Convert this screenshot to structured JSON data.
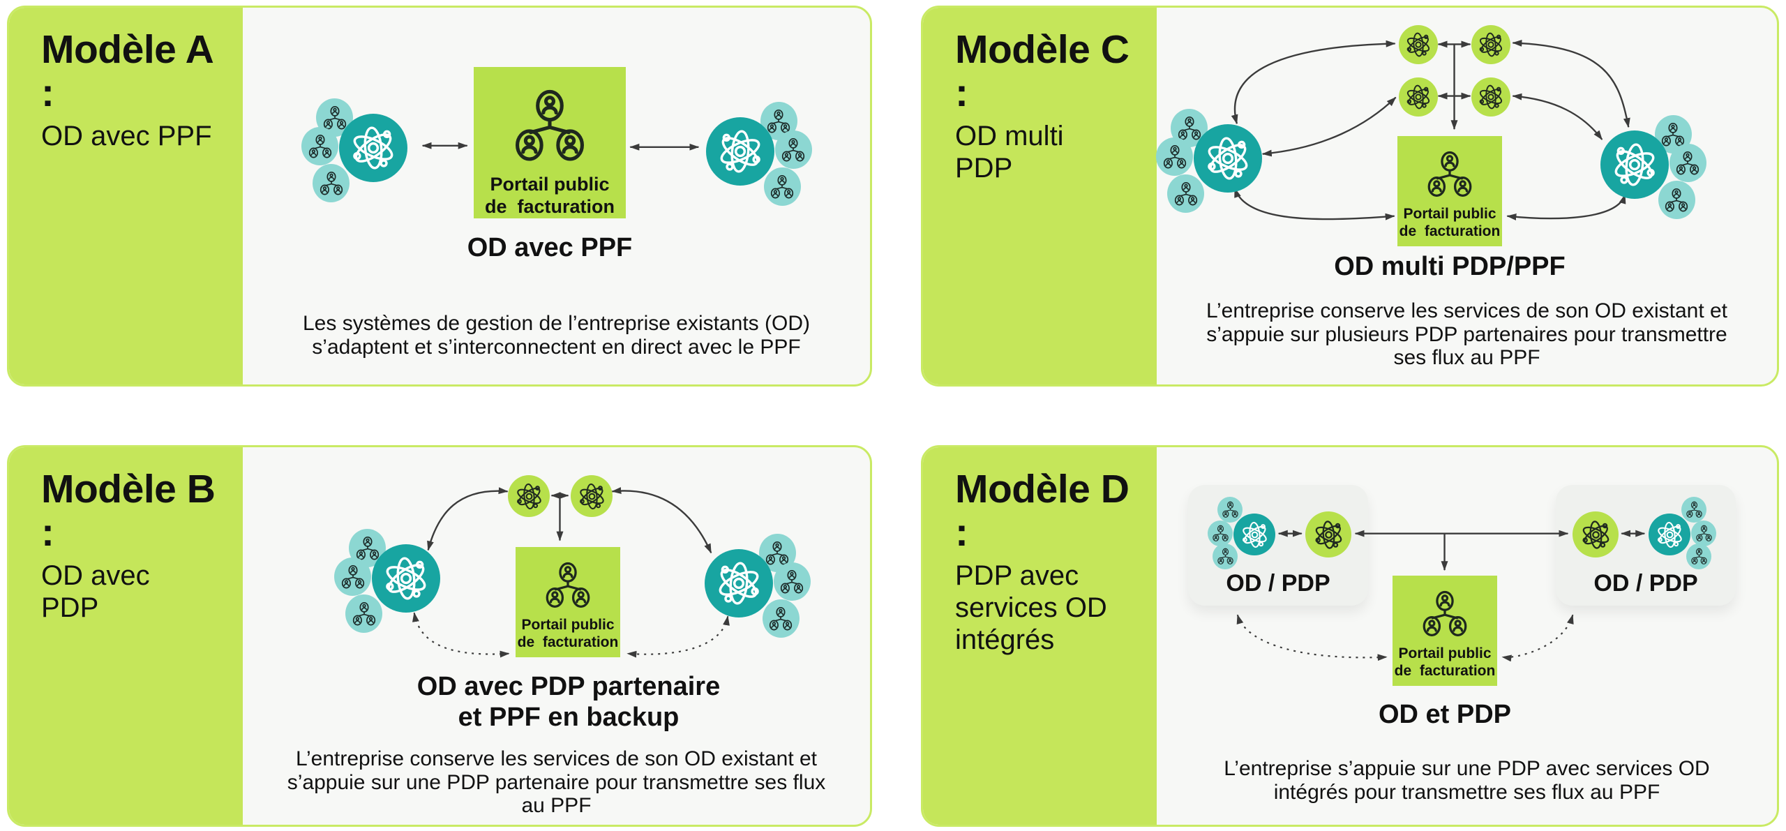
{
  "page": {
    "background": "#ffffff"
  },
  "colors": {
    "sidebar_green": "#c5e65a",
    "card_border_green": "#c9ea64",
    "card_background": "#f7f8f6",
    "square_green": "#b7e04b",
    "teal": "#18a5a1",
    "light_teal": "#8cd7d2",
    "icon_dark": "#1c2b29",
    "arrow": "#3b3b3b"
  },
  "icons": {
    "atom": "atom-icon",
    "org_chart": "org-chart-icon"
  },
  "cards": [
    {
      "id": "model-a",
      "title": "Modèle A :",
      "subtitle": "OD avec PPF",
      "portal": {
        "line1": "Portail public",
        "line2": "de  facturation"
      },
      "label": "OD avec PPF",
      "desc": [
        "Les systèmes de gestion de l’entreprise existants (OD)",
        "s’adaptent et s’interconnectent en direct avec le PPF"
      ]
    },
    {
      "id": "model-b",
      "title": "Modèle B :",
      "subtitle": "OD avec PDP",
      "portal": {
        "line1": "Portail public",
        "line2": "de  facturation"
      },
      "label_lines": [
        "OD avec PDP partenaire",
        "et PPF en backup"
      ],
      "desc": [
        "L’entreprise conserve les services de son OD existant et",
        "s’appuie sur une PDP partenaire pour transmettre ses flux",
        "au PPF"
      ]
    },
    {
      "id": "model-c",
      "title": "Modèle C :",
      "subtitle": "OD multi PDP",
      "portal": {
        "line1": "Portail public",
        "line2": "de  facturation"
      },
      "label": "OD multi PDP/PPF",
      "desc": [
        "L’entreprise conserve les services de son OD existant et",
        "s’appuie sur plusieurs PDP partenaires pour transmettre",
        "ses flux au PPF"
      ]
    },
    {
      "id": "model-d",
      "title": "Modèle D :",
      "subtitle": "PDP avec services OD intégrés",
      "portal": {
        "line1": "Portail public",
        "line2": "de  facturation"
      },
      "box_left_label": "OD / PDP",
      "box_right_label": "OD / PDP",
      "label": "OD et PDP",
      "desc": [
        "L’entreprise s’appuie sur une PDP avec services OD",
        "intégrés pour transmettre ses flux au PPF"
      ]
    }
  ]
}
